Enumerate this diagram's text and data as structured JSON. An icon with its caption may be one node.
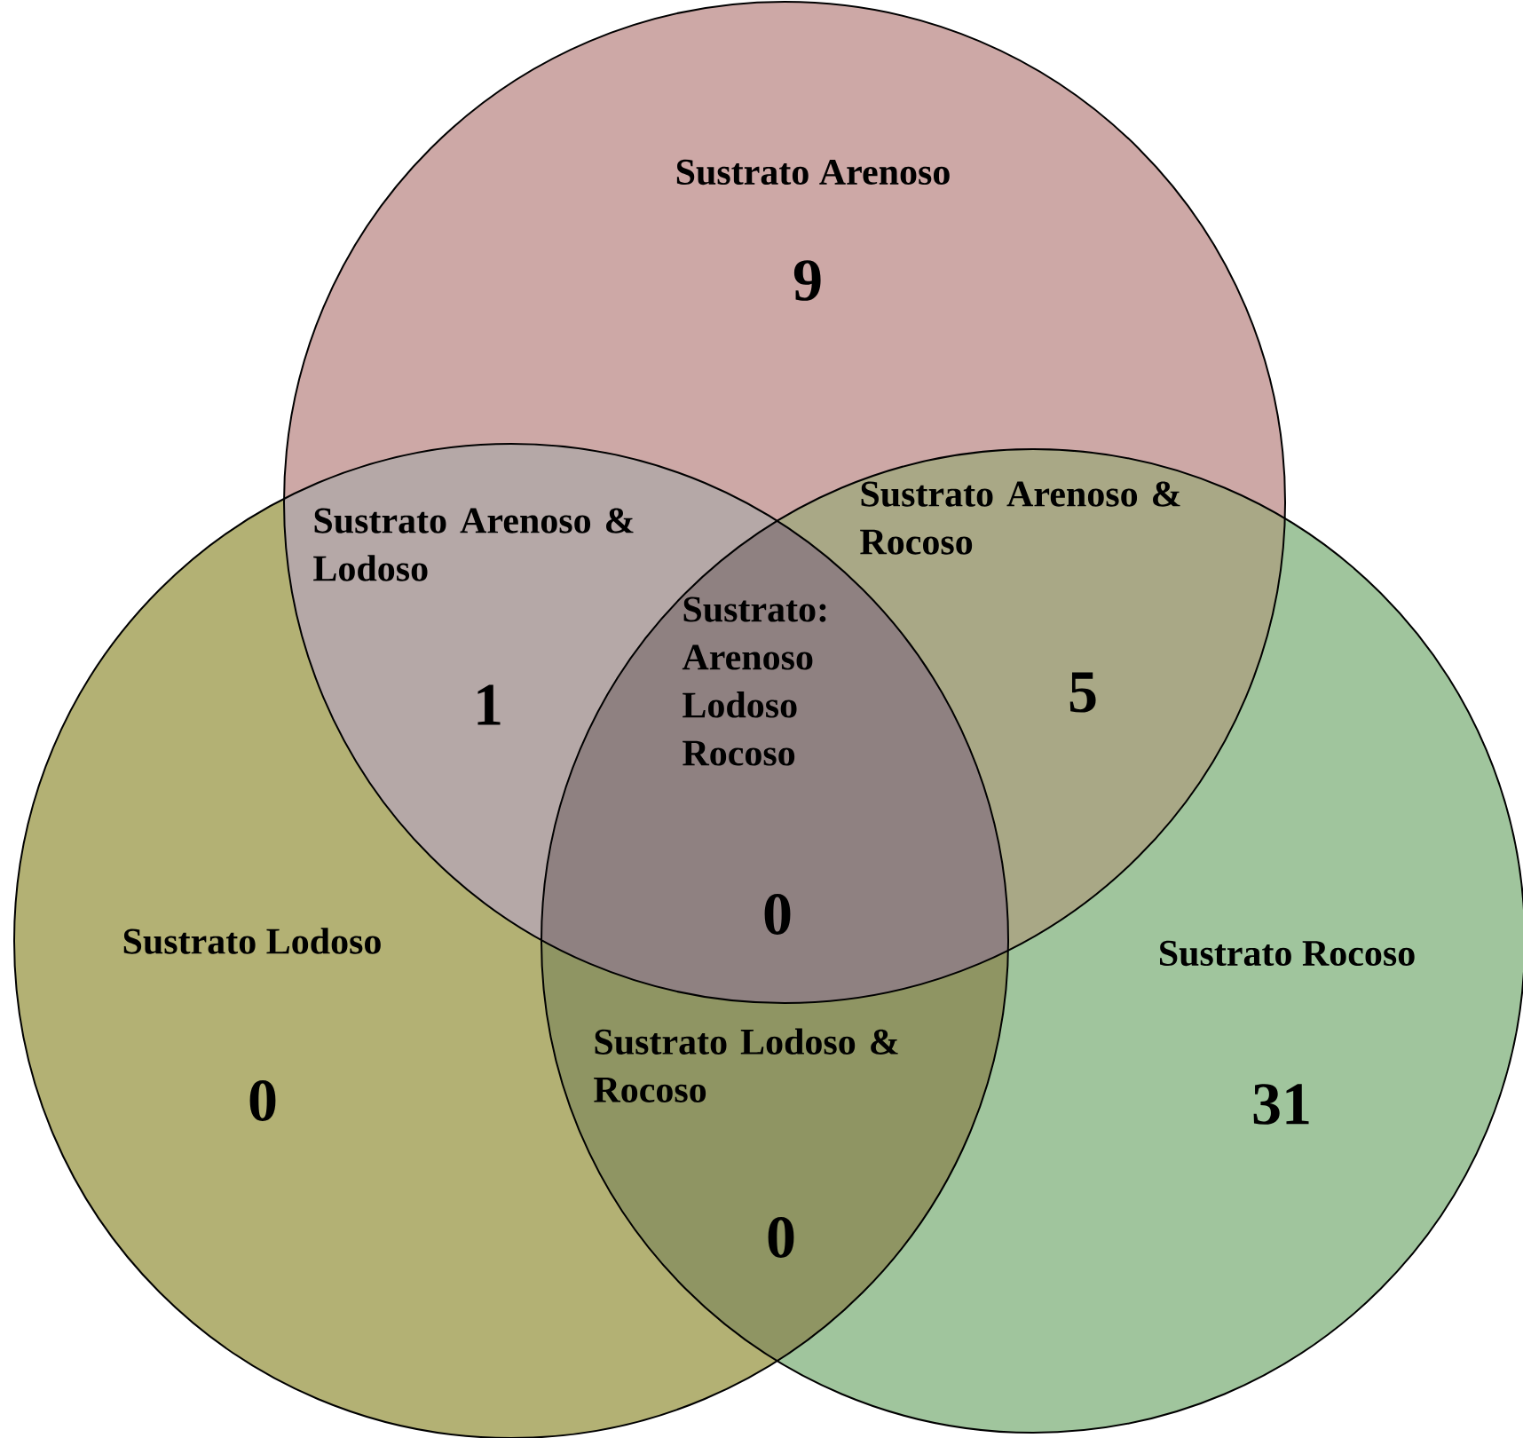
{
  "diagram": {
    "nodes": [
      {
        "text": [
          "Sustrato Arenoso",
          "9"
        ]
      },
      {
        "text": [
          "Sustrato Lodoso",
          "0"
        ]
      },
      {
        "text": [
          "Sustrato Rocoso",
          "31"
        ]
      }
    ],
    "labels": [
      "Sustrato Arenoso & Lodoso",
      "1",
      "Sustrato Arenoso & Rocoso",
      "5",
      "Sustrato: Arenoso Lodoso Rocoso",
      "0",
      "Sustrato Lodoso & Rocoso",
      "0"
    ]
  }
}
